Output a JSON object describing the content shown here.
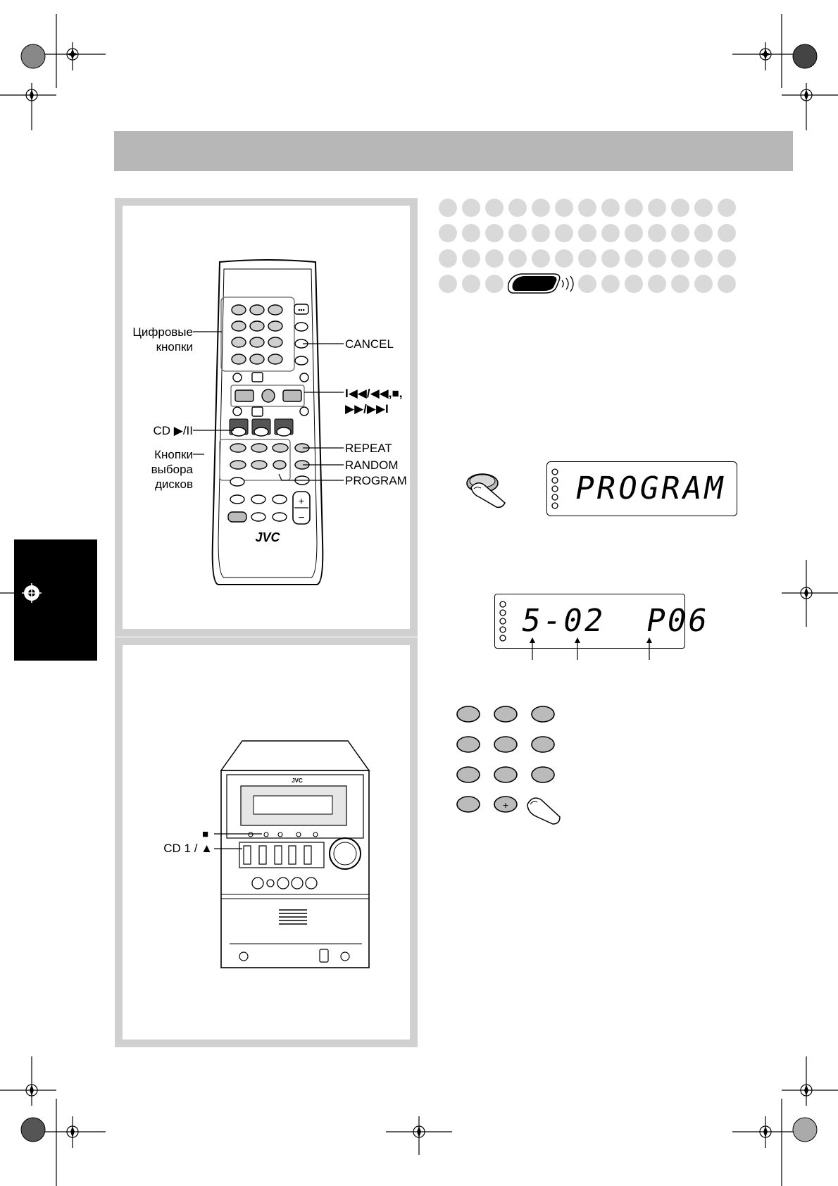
{
  "remote": {
    "brand": "JVC",
    "labels": {
      "digit_buttons": "Цифровые\nкнопки",
      "cancel": "CANCEL",
      "skip_search_stop": "I◀◀/◀◀,■,",
      "skip_search_stop_2": "▶▶/▶▶I",
      "cd_play_pause": "CD ▶/II",
      "disc_select": "Кнопки\nвыбора\nдисков",
      "repeat": "REPEAT",
      "random": "RANDOM",
      "program": "PROGRAM"
    }
  },
  "unit": {
    "brand": "JVC",
    "labels": {
      "stop": "■",
      "cd1_eject": "CD 1 / ▲"
    }
  },
  "displays": {
    "program_text": "PROGRAM",
    "status_text": "5-02  P06"
  },
  "colors": {
    "header_band": "#b7b7b7",
    "panel_border": "#d0d0d0",
    "side_tab": "#000000",
    "dot": "#d9d9d9",
    "remote_dark_key": "#555555"
  }
}
